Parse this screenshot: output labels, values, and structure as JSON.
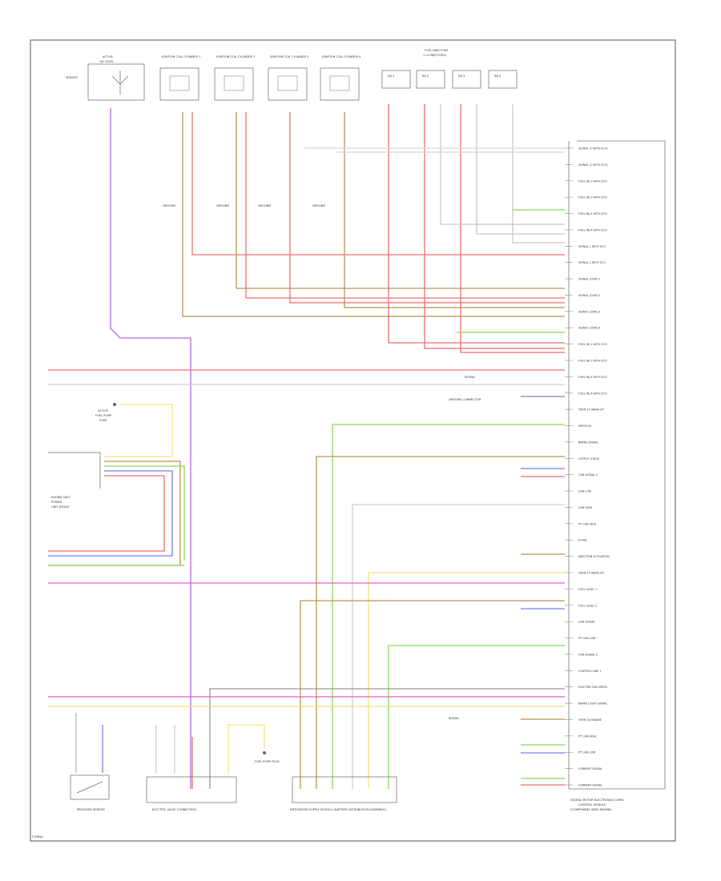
{
  "page": {
    "footer_code": "F1984A"
  },
  "ecm": {
    "title_line1": "DIGITAL MOTOR ELECTRONICS (DME)",
    "title_line2": "CONTROL MODULE",
    "title_line3": "(COMPONENT AREA ENGINE)"
  },
  "ecm_pins": [
    {
      "label": "SIGNAL (1 WITH ECO)"
    },
    {
      "label": "SIGNAL (1 WITH ECO)"
    },
    {
      "label": "FUEL INJ 1 WITH ECO"
    },
    {
      "label": "FUEL INJ 2 WITH ECO"
    },
    {
      "label": "FUEL INJ 3 WITH ECO"
    },
    {
      "label": "FUEL INJ 4 WITH ECO"
    },
    {
      "label": "SIGNAL 1 WITH ECO"
    },
    {
      "label": "SIGNAL 2 WITH ECO"
    },
    {
      "label": "SIGNAL (CAM) 1"
    },
    {
      "label": "SIGNAL (CAM) 2"
    },
    {
      "label": "SIGNAL (CAM) 3"
    },
    {
      "label": "SIGNAL (CAM) 4"
    },
    {
      "label": "FUEL INJ 1 WITH ECO"
    },
    {
      "label": "FUEL INJ 2 WITH ECO"
    },
    {
      "label": "FUEL INJ 3 WITH ECO"
    },
    {
      "label": "FUEL INJ 4 WITH ECO"
    },
    {
      "label": "TERM 15 WAKE-UP"
    },
    {
      "label": "SPEED IN"
    },
    {
      "label": "BRAKE SIGNAL"
    },
    {
      "label": "OUTPUT STAGE"
    },
    {
      "label": "CAN SIGNAL 1"
    },
    {
      "label": "CAN LOW"
    },
    {
      "label": "CAN HIGH"
    },
    {
      "label": "PT CAN HIGH"
    },
    {
      "label": "K-LINE"
    },
    {
      "label": "INJECTION ACTIVATION"
    },
    {
      "label": "TERM 15 WAKE-UP"
    },
    {
      "label": "FUEL LEVEL 1"
    },
    {
      "label": "FUEL LEVEL 2"
    },
    {
      "label": "CAN SIGNAL"
    },
    {
      "label": "PT CAN LOW"
    },
    {
      "label": "CAN SIGNAL 2"
    },
    {
      "label": "CONTROL LINE 1"
    },
    {
      "label": "ELECTRIC FAN SPEED"
    },
    {
      "label": "BRAKE LIGHT SIGNAL"
    },
    {
      "label": "TERM 30 ENGINE"
    },
    {
      "label": "PT CAN HIGH"
    },
    {
      "label": "PT CAN LOW"
    },
    {
      "label": "CURRENT SIGNAL"
    },
    {
      "label": "CURRENT SIGNAL"
    }
  ],
  "ignition_coils": [
    {
      "name": "IGNITION COIL CYLINDER 1"
    },
    {
      "name": "IGNITION COIL CYLINDER 2"
    },
    {
      "name": "IGNITION COIL CYLINDER 3"
    },
    {
      "name": "IGNITION COIL CYLINDER 4"
    }
  ],
  "ignition_grounds": [
    {
      "label": "GROUND"
    },
    {
      "label": "GROUND"
    },
    {
      "label": "GROUND"
    },
    {
      "label": "GROUND"
    }
  ],
  "injectors": {
    "title_line1": "FUEL INJECTORS",
    "title_line2": "(1-4 INJECTORS)",
    "items": [
      {
        "name": "INJ 1"
      },
      {
        "name": "INJ 2"
      },
      {
        "name": "INJ 3"
      },
      {
        "name": "INJ 4"
      }
    ]
  },
  "top_left_sensor": {
    "line1": "ACTIVE",
    "line2": "OIL LEVEL",
    "line3": "SENSOR"
  },
  "left_components": {
    "fuse_label_line1": "ACTIVE",
    "fuse_label_line2": "FUEL PUMP",
    "fuse_label_line3": "FUSE",
    "module_label_line1": "ENGINE UNIT",
    "module_label_line2": "POWER",
    "module_label_line3": "UNIT (REAR)"
  },
  "bottom_components": [
    {
      "name": "PRESSURE SENSOR"
    },
    {
      "name": "ELECTRIC VALVE CONNECTION"
    },
    {
      "name": "FUEL PUMP PLUG"
    },
    {
      "name": "INTEGRATED SUPPLY MODULE (BATTERY DISTRIBUTION ASSEMBLY)"
    }
  ],
  "connector_notes": [
    {
      "text": "SIGNAL"
    },
    {
      "text": "GROUND CONNECTOR"
    },
    {
      "text": "SIGNAL"
    }
  ],
  "colors": {
    "red": "#f26d6d",
    "pink": "#f2a6b5",
    "tan": "#b89552",
    "yellow": "#f0e47a",
    "green": "#8ad65a",
    "blue": "#7b7cf0",
    "violet": "#b06ad9",
    "magenta": "#e25ad9",
    "gray": "#b8b8b8",
    "lightgray": "#d0d0d0"
  }
}
